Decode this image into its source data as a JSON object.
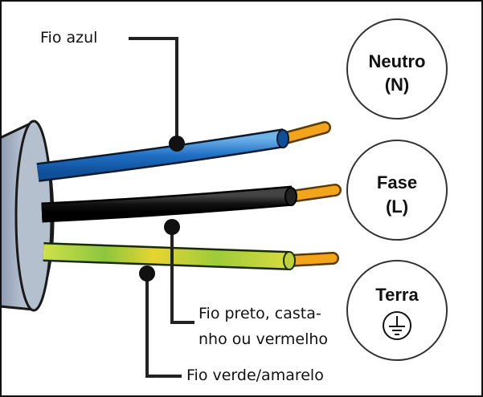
{
  "labels": {
    "blue_wire": "Fio azul",
    "black_wire_line1": "Fio preto, casta-",
    "black_wire_line2": "nho ou vermelho",
    "green_wire": "Fio verde/amarelo"
  },
  "terminals": {
    "neutral": {
      "line1": "Neutro",
      "line2": "(N)"
    },
    "phase": {
      "line1": "Fase",
      "line2": "(L)"
    },
    "earth": {
      "line1": "Terra",
      "icon": "ground-symbol-icon"
    }
  },
  "colors": {
    "blue_wire": "#1f6fc4",
    "black_wire": "#111111",
    "green_wire": "#a9cf3a",
    "yellow_stripe": "#e6d531",
    "copper_tip": "#f2a51a",
    "cable_sheath": "#a8b4c6"
  }
}
